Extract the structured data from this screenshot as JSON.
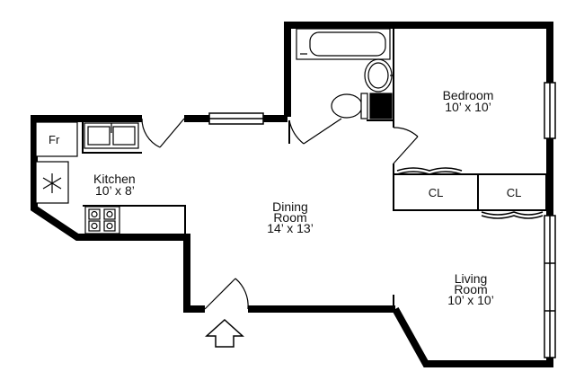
{
  "floorplan": {
    "rooms": {
      "kitchen": {
        "name": "Kitchen",
        "dims": "10’ x 8’"
      },
      "dining": {
        "name_line1": "Dining",
        "name_line2": "Room",
        "dims": "14’ x 13’"
      },
      "bedroom": {
        "name": "Bedroom",
        "dims": "10’ x 10’"
      },
      "living": {
        "name_line1": "Living",
        "name_line2": "Room",
        "dims": "10’ x 10’"
      }
    },
    "closets": [
      "CL",
      "CL"
    ],
    "fridge_label": "Fr",
    "icons": [
      "snowflake-icon",
      "stove-icon",
      "sink-icon",
      "toilet-icon",
      "bathtub-icon",
      "entry-arrow-icon"
    ]
  }
}
